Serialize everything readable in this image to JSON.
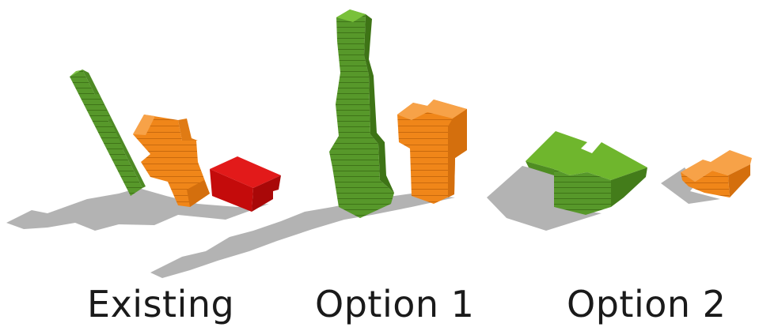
{
  "labels": {
    "existing": "Existing",
    "option1": "Option 1",
    "option2": "Option 2"
  },
  "colors": {
    "green": "#5a9e23",
    "orange": "#f18a1a",
    "red": "#d90d0d",
    "shadow": "#b3b3b3",
    "background": "#ffffff"
  }
}
